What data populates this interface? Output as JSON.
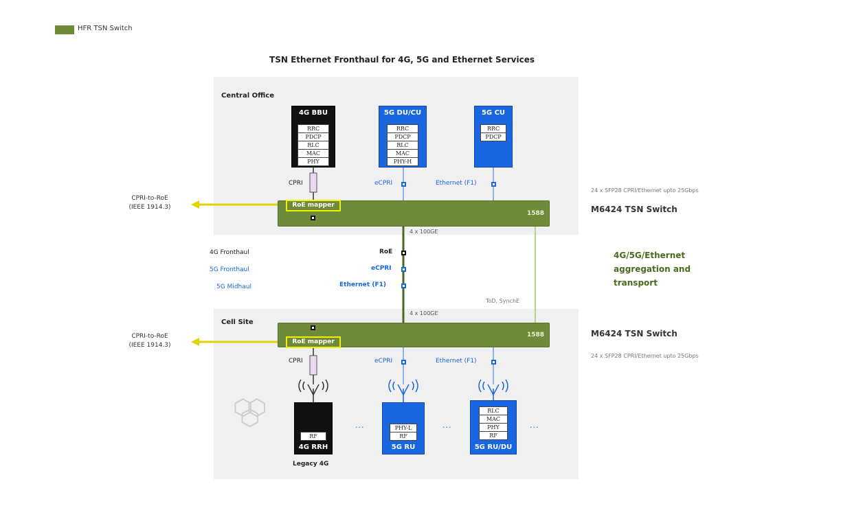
{
  "legend": {
    "label": "HFR TSN Switch",
    "color": "#6f8b3a"
  },
  "title": "TSN Ethernet Fronthaul for 4G, 5G and Ethernet Services",
  "central_office": {
    "label": "Central Office",
    "units": [
      {
        "name": "4G BBU",
        "layers": [
          "RRC",
          "PDCP",
          "RLC",
          "MAC",
          "PHY"
        ]
      },
      {
        "name": "5G DU/CU",
        "layers": [
          "RRC",
          "PDCP",
          "RLC",
          "MAC",
          "PHY-H"
        ]
      },
      {
        "name": "5G CU",
        "layers": [
          "RRC",
          "PDCP"
        ]
      }
    ],
    "interfaces": {
      "cpri": "CPRI",
      "ecpri": "eCPRI",
      "ethernet": "Ethernet (F1)"
    },
    "roe_mapper": "RoE mapper",
    "switch_tag": "1588",
    "switch_name": "M6424 TSN Switch",
    "switch_spec": "24 x SFP28 CPRI/Ethernet upto 25Gbps",
    "cpri_to_roe": [
      "CPRI-to-RoE",
      "(IEEE 1914.3)"
    ],
    "uplink": "4 x 100GE"
  },
  "transport": {
    "roe": "RoE",
    "ecpri": "eCPRI",
    "ethernet": "Ethernet (F1)",
    "fronthaul_4g": "4G Fronthaul",
    "fronthaul_5g": "5G Fronthaul",
    "midhaul_5g": "5G Midhaul",
    "sync": "ToD, SynchE",
    "aggregation": "4G/5G/Ethernet aggregation and transport"
  },
  "cell_site": {
    "label": "Cell Site",
    "uplink": "4 x 100GE",
    "roe_mapper": "RoE mapper",
    "switch_tag": "1588",
    "switch_name": "M6424 TSN Switch",
    "switch_spec": "24 x SFP28 CPRI/Ethernet upto 25Gbps",
    "cpri_to_roe": [
      "CPRI-to-RoE",
      "(IEEE 1914.3)"
    ],
    "interfaces": {
      "cpri": "CPRI",
      "ecpri": "eCPRI",
      "ethernet": "Ethernet (F1)"
    },
    "units": [
      {
        "name": "4G RRH",
        "layers": [
          "RF"
        ]
      },
      {
        "name": "5G RU",
        "layers": [
          "PHY-L",
          "RF"
        ]
      },
      {
        "name": "5G RU/DU",
        "layers": [
          "RLC",
          "MAC",
          "PHY",
          "RF"
        ]
      }
    ],
    "legacy": "Legacy 4G",
    "ellipsis": "..."
  },
  "colors": {
    "switch": "#6f8b3a",
    "blue": "#1a66e0",
    "panel": "#f0f0f0",
    "highlight": "#f0f000"
  }
}
